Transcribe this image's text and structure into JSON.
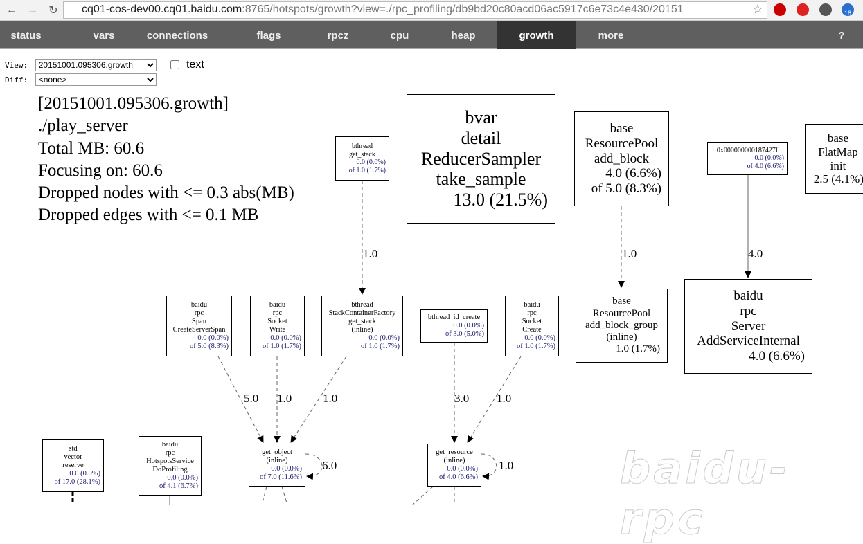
{
  "browser": {
    "url_host": "cq01-cos-dev00.cq01.baidu.com",
    "url_rest": ":8765/hotspots/growth?view=./rpc_profiling/db9bd20c80acd06ac5917c6e73c4e430/20151",
    "ext_badge": "18"
  },
  "menu": [
    {
      "label": "status"
    },
    {
      "label": "vars"
    },
    {
      "label": "connections"
    },
    {
      "label": "flags"
    },
    {
      "label": "rpcz"
    },
    {
      "label": "cpu"
    },
    {
      "label": "heap"
    },
    {
      "label": "growth",
      "active": true
    },
    {
      "label": "more"
    },
    {
      "label": "?"
    }
  ],
  "controls": {
    "view_label": "View:",
    "view_value": "20151001.095306.growth",
    "text_label": "text",
    "diff_label": "Diff:",
    "diff_value": "<none>"
  },
  "info": [
    "[20151001.095306.growth]",
    "./play_server",
    "Total MB: 60.6",
    "Focusing on: 60.6",
    "Dropped nodes with <= 0.3 abs(MB)",
    "Dropped edges with <= 0.1 MB"
  ],
  "nodes": [
    {
      "name": [
        "bthread",
        "get_stack"
      ],
      "vals": [
        "0.0 (0.0%)",
        "of 1.0 (1.7%)"
      ]
    },
    {
      "name": [
        "bvar",
        "detail",
        "ReducerSampler",
        "take_sample"
      ],
      "vals": [
        "13.0 (21.5%)"
      ]
    },
    {
      "name": [
        "base",
        "ResourcePool",
        "add_block"
      ],
      "vals": [
        "4.0 (6.6%)",
        "of 5.0 (8.3%)"
      ]
    },
    {
      "name": [
        "0x000000000187427f"
      ],
      "vals": [
        "0.0 (0.0%)",
        "of 4.0 (6.6%)"
      ]
    },
    {
      "name": [
        "base",
        "FlatMap",
        "init"
      ],
      "vals": [
        "2.5 (4.1%)"
      ]
    },
    {
      "name": [
        "base",
        "ResourcePool",
        "add_block_group",
        "(inline)"
      ],
      "vals": [
        "1.0 (1.7%)"
      ]
    },
    {
      "name": [
        "baidu",
        "rpc",
        "Server",
        "AddServiceInternal"
      ],
      "vals": [
        "4.0 (6.6%)"
      ]
    },
    {
      "name": [
        "baidu",
        "rpc",
        "Span",
        "CreateServerSpan"
      ],
      "vals": [
        "0.0 (0.0%)",
        "of 5.0 (8.3%)"
      ]
    },
    {
      "name": [
        "baidu",
        "rpc",
        "Socket",
        "Write"
      ],
      "vals": [
        "0.0 (0.0%)",
        "of 1.0 (1.7%)"
      ]
    },
    {
      "name": [
        "bthread",
        "StackContainerFactory",
        "get_stack",
        "(inline)"
      ],
      "vals": [
        "0.0 (0.0%)",
        "of 1.0 (1.7%)"
      ]
    },
    {
      "name": [
        "bthread_id_create"
      ],
      "vals": [
        "0.0 (0.0%)",
        "of 3.0 (5.0%)"
      ]
    },
    {
      "name": [
        "baidu",
        "rpc",
        "Socket",
        "Create"
      ],
      "vals": [
        "0.0 (0.0%)",
        "of 1.0 (1.7%)"
      ]
    },
    {
      "name": [
        "std",
        "vector",
        "reserve"
      ],
      "vals": [
        "0.0 (0.0%)",
        "of 17.0 (28.1%)"
      ]
    },
    {
      "name": [
        "baidu",
        "rpc",
        "HotspotsService",
        "DoProfiling"
      ],
      "vals": [
        "0.0 (0.0%)",
        "of 4.1 (6.7%)"
      ]
    },
    {
      "name": [
        "get_object",
        "(inline)"
      ],
      "vals": [
        "0.0 (0.0%)",
        "of 7.0 (11.6%)"
      ]
    },
    {
      "name": [
        "get_resource",
        "(inline)"
      ],
      "vals": [
        "0.0 (0.0%)",
        "of 4.0 (6.6%)"
      ]
    }
  ],
  "edge_labels": [
    "1.0",
    "1.0",
    "4.0",
    "5.0",
    "1.0",
    "1.0",
    "3.0",
    "1.0",
    "6.0",
    "1.0"
  ],
  "watermark": "baidu-rpc"
}
